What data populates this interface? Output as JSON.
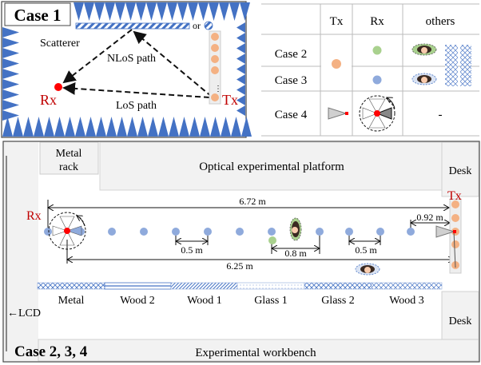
{
  "colors": {
    "absorber": "#4472c4",
    "rx_red": "#ff0000",
    "label_red": "#c00000",
    "tx_orange": "#f4b183",
    "rx_blue": "#8faadc",
    "rx_green": "#a9d18e",
    "panel_gray": "#f2f2f2",
    "panel_border": "#d0d0d0",
    "text": "#111111"
  },
  "case1": {
    "title": "Case 1",
    "scatterer_label": "Scatterer",
    "or_label": "or",
    "nlos_label": "NLoS path",
    "los_label": "LoS path",
    "rx_label": "Rx",
    "tx_label": "Tx",
    "tx_array_dots_visible": 5
  },
  "legend_table": {
    "headers": [
      "",
      "Tx",
      "Rx",
      "others"
    ],
    "rows": [
      {
        "case": "Case 2",
        "tx": "orange-dot",
        "rx": "green-dot",
        "others": "person-green-ellipse + wall-materials"
      },
      {
        "case": "Case 3",
        "tx": "orange-dot",
        "rx": "blue-dot",
        "others": "person-blue-ellipse + wall-materials"
      },
      {
        "case": "Case 4",
        "tx": "horn-antenna",
        "rx": "rotating-horn",
        "others": "-"
      }
    ],
    "case4_others": "-"
  },
  "case234": {
    "title": "Case 2, 3, 4",
    "metal_rack": [
      "Metal",
      "rack"
    ],
    "optical_platform": "Optical experimental platform",
    "desk_top": "Desk",
    "desk_bottom": "Desk",
    "lcd": "←LCD",
    "workbench": "Experimental workbench",
    "rx_label": "Rx",
    "tx_label": "Tx",
    "dim_total_top": "6.72 m",
    "dim_total_bottom": "6.25 m",
    "dim_spacing_1": "0.5 m",
    "dim_spacing_2": "0.8 m",
    "dim_spacing_3": "0.5 m",
    "dim_tx_gap": "0.92 m",
    "materials": [
      "Metal",
      "Wood 2",
      "Wood 1",
      "Glass 1",
      "Glass 2",
      "Wood 3"
    ],
    "rx_positions_count": 12
  }
}
